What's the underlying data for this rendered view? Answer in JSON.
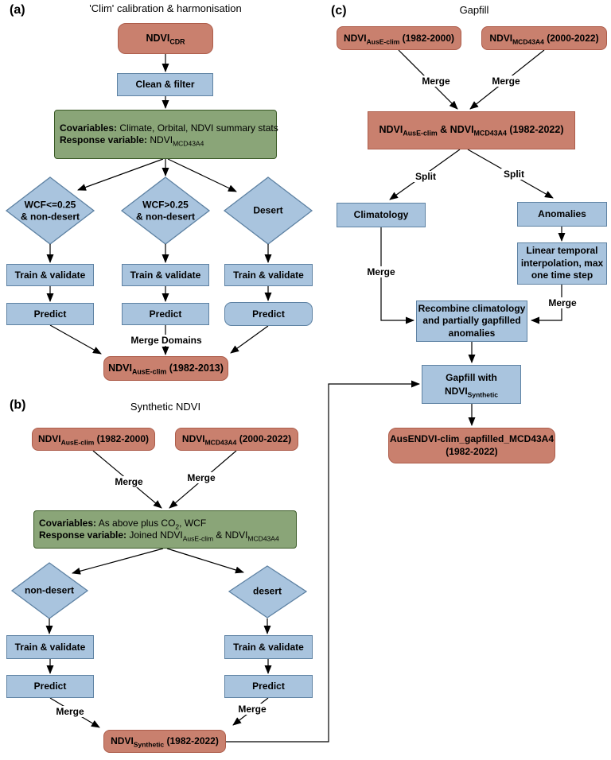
{
  "colors": {
    "red_fill": "#c9806e",
    "red_stroke": "#ad5d4b",
    "blue_fill": "#a9c4de",
    "blue_stroke": "#5e82a3",
    "green_fill": "#8aa578",
    "green_stroke": "#3a5a26"
  },
  "labels": {
    "merge": "Merge",
    "split": "Split",
    "merge_domains": "Merge Domains",
    "train_validate": "Train & validate",
    "predict": "Predict"
  },
  "panel_a": {
    "tag": "(a)",
    "title": "'Clim' calibration & harmonisation",
    "ndvi_cdr": [
      {
        "text": "NDVI"
      },
      {
        "sub": "CDR"
      }
    ],
    "clean_filter": "Clean & filter",
    "covars_line1": [
      {
        "text": "Covariables:",
        "bold": true
      },
      {
        "text": " Climate, Orbital, NDVI summary stats"
      }
    ],
    "covars_line2": [
      {
        "text": "Response variable:",
        "bold": true
      },
      {
        "text": " NDVI"
      },
      {
        "sub": "MCD43A4"
      }
    ],
    "diamond_wcf_low_line1": "WCF<=0.25",
    "diamond_wcf_low_line2": "& non-desert",
    "diamond_wcf_high_line1": "WCF>0.25",
    "diamond_wcf_high_line2": "& non-desert",
    "diamond_desert": "Desert",
    "output": [
      {
        "text": "NDVI"
      },
      {
        "sub": "AusE-clim"
      },
      {
        "text": " (1982-2013)"
      }
    ]
  },
  "panel_b": {
    "tag": "(b)",
    "title": "Synthetic NDVI",
    "input_left": [
      {
        "text": "NDVI"
      },
      {
        "sub": "AusE-clim"
      },
      {
        "text": " (1982-2000)"
      }
    ],
    "input_right": [
      {
        "text": "NDVI"
      },
      {
        "sub": "MCD43A4"
      },
      {
        "text": " (2000-2022)"
      }
    ],
    "covars_line1": [
      {
        "text": "Covariables:",
        "bold": true
      },
      {
        "text": " As above plus CO"
      },
      {
        "sub": "2"
      },
      {
        "text": ", WCF"
      }
    ],
    "covars_line2": [
      {
        "text": "Response variable:",
        "bold": true
      },
      {
        "text": " Joined NDVI"
      },
      {
        "sub": "AusE-clim"
      },
      {
        "text": " & NDVI"
      },
      {
        "sub": "MCD43A4"
      }
    ],
    "diamond_non_desert": "non-desert",
    "diamond_desert": "desert",
    "output": [
      {
        "text": "NDVI"
      },
      {
        "sub": "Synthetic"
      },
      {
        "text": " (1982-2022)"
      }
    ]
  },
  "panel_c": {
    "tag": "(c)",
    "title": "Gapfill",
    "input_left": [
      {
        "text": "NDVI"
      },
      {
        "sub": "AusE-clim"
      },
      {
        "text": " (1982-2000)"
      }
    ],
    "input_right": [
      {
        "text": "NDVI"
      },
      {
        "sub": "MCD43A4"
      },
      {
        "text": " (2000-2022)"
      }
    ],
    "merged": [
      {
        "text": "NDVI"
      },
      {
        "sub": "AusE-clim"
      },
      {
        "text": " & NDVI"
      },
      {
        "sub": "MCD43A4"
      },
      {
        "text": " (1982-2022)"
      }
    ],
    "climatology": "Climatology",
    "anomalies": "Anomalies",
    "interp_line1": "Linear temporal",
    "interp_line2": "interpolation, max",
    "interp_line3": "one time step",
    "recombine_line1": "Recombine climatology",
    "recombine_line2": "and partially gapfilled",
    "recombine_line3": "anomalies",
    "gapfill_line1": "Gapfill with",
    "gapfill_line2": [
      {
        "text": "NDVI"
      },
      {
        "sub": "Synthetic"
      }
    ],
    "final_line1": "AusENDVI-clim_gapfilled_MCD43A4",
    "final_line2": "(1982-2022)"
  }
}
